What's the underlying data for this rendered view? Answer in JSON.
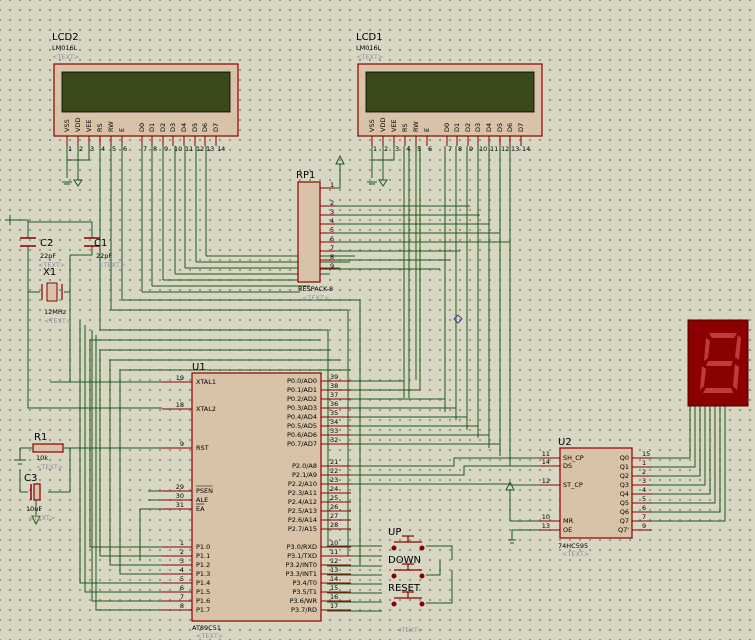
{
  "lcd2": {
    "ref": "LCD2",
    "model": "LM016L",
    "text": "<TEXT>",
    "pins": [
      "VSS",
      "VDD",
      "VEE",
      "RS",
      "RW",
      "E",
      "D0",
      "D1",
      "D2",
      "D3",
      "D4",
      "D5",
      "D6",
      "D7"
    ],
    "nums": [
      "1",
      "2",
      "3",
      "4",
      "5",
      "6",
      "7",
      "8",
      "9",
      "10",
      "11",
      "12",
      "13",
      "14"
    ]
  },
  "lcd1": {
    "ref": "LCD1",
    "model": "LM016L",
    "text": "<TEXT>",
    "pins": [
      "VSS",
      "VDD",
      "VEE",
      "RS",
      "RW",
      "E",
      "D0",
      "D1",
      "D2",
      "D3",
      "D4",
      "D5",
      "D6",
      "D7"
    ],
    "nums": [
      "1",
      "2",
      "3",
      "4",
      "5",
      "6",
      "7",
      "8",
      "9",
      "10",
      "11",
      "12",
      "13",
      "14"
    ]
  },
  "rp1": {
    "ref": "RP1",
    "model": "RESPACK-8",
    "text": "<TEXT>",
    "nums": [
      "1",
      "2",
      "3",
      "4",
      "5",
      "6",
      "7",
      "8",
      "9"
    ]
  },
  "c2": {
    "ref": "C2",
    "value": "22pF",
    "text": "<TEXT>"
  },
  "c1": {
    "ref": "C1",
    "value": "22pF",
    "text": "<TEXT>"
  },
  "x1": {
    "ref": "X1",
    "value": "12MHz",
    "text": "<TEXT>"
  },
  "r1": {
    "ref": "R1",
    "value": "10k",
    "text": "<TEXT>"
  },
  "c3": {
    "ref": "C3",
    "value": "10uF",
    "text": "<TEXT>"
  },
  "u1": {
    "ref": "U1",
    "model": "AT89C51",
    "text": "<TEXT>",
    "left": [
      {
        "num": "19",
        "name": "XTAL1"
      },
      {
        "num": "18",
        "name": "XTAL2"
      },
      {
        "num": "9",
        "name": "RST"
      },
      {
        "num": "29",
        "name": "PSEN"
      },
      {
        "num": "30",
        "name": "ALE"
      },
      {
        "num": "31",
        "name": "EA"
      },
      {
        "num": "1",
        "name": "P1.0"
      },
      {
        "num": "2",
        "name": "P1.1"
      },
      {
        "num": "3",
        "name": "P1.2"
      },
      {
        "num": "4",
        "name": "P1.3"
      },
      {
        "num": "5",
        "name": "P1.4"
      },
      {
        "num": "6",
        "name": "P1.5"
      },
      {
        "num": "7",
        "name": "P1.6"
      },
      {
        "num": "8",
        "name": "P1.7"
      }
    ],
    "right": [
      {
        "num": "39",
        "name": "P0.0/AD0"
      },
      {
        "num": "38",
        "name": "P0.1/AD1"
      },
      {
        "num": "37",
        "name": "P0.2/AD2"
      },
      {
        "num": "36",
        "name": "P0.3/AD3"
      },
      {
        "num": "35",
        "name": "P0.4/AD4"
      },
      {
        "num": "34",
        "name": "P0.5/AD5"
      },
      {
        "num": "33",
        "name": "P0.6/AD6"
      },
      {
        "num": "32",
        "name": "P0.7/AD7"
      },
      {
        "num": "21",
        "name": "P2.0/A8"
      },
      {
        "num": "22",
        "name": "P2.1/A9"
      },
      {
        "num": "23",
        "name": "P2.2/A10"
      },
      {
        "num": "24",
        "name": "P2.3/A11"
      },
      {
        "num": "25",
        "name": "P2.4/A12"
      },
      {
        "num": "26",
        "name": "P2.5/A13"
      },
      {
        "num": "27",
        "name": "P2.6/A14"
      },
      {
        "num": "28",
        "name": "P2.7/A15"
      },
      {
        "num": "10",
        "name": "P3.0/RXD"
      },
      {
        "num": "11",
        "name": "P3.1/TXD"
      },
      {
        "num": "12",
        "name": "P3.2/INT0"
      },
      {
        "num": "13",
        "name": "P3.3/INT1"
      },
      {
        "num": "14",
        "name": "P3.4/T0"
      },
      {
        "num": "15",
        "name": "P3.5/T1"
      },
      {
        "num": "16",
        "name": "P3.6/WR"
      },
      {
        "num": "17",
        "name": "P3.7/RD"
      }
    ]
  },
  "u2": {
    "ref": "U2",
    "model": "74HC595",
    "text": "<TEXT>",
    "left": [
      {
        "num": "11",
        "name": "SH_CP"
      },
      {
        "num": "14",
        "name": "DS"
      },
      {
        "num": "12",
        "name": "ST_CP"
      },
      {
        "num": "10",
        "name": "MR"
      },
      {
        "num": "13",
        "name": "OE"
      }
    ],
    "right": [
      {
        "num": "15",
        "name": "Q0"
      },
      {
        "num": "1",
        "name": "Q1"
      },
      {
        "num": "2",
        "name": "Q2"
      },
      {
        "num": "3",
        "name": "Q3"
      },
      {
        "num": "4",
        "name": "Q4"
      },
      {
        "num": "5",
        "name": "Q5"
      },
      {
        "num": "6",
        "name": "Q6"
      },
      {
        "num": "7",
        "name": "Q7"
      },
      {
        "num": "9",
        "name": "Q7'"
      }
    ]
  },
  "buttons": [
    {
      "label": "UP",
      "text": "<TEXT>"
    },
    {
      "label": "DOWN",
      "text": "<TEXT>"
    },
    {
      "label": "RESET",
      "text": "<TEXT>"
    }
  ],
  "colors": {
    "wire": "#1f5a1f",
    "component": "#8b0000",
    "body": "#d8c3a8",
    "lcd_screen": "#3a4a1a",
    "seg_body": "#8b0000",
    "seg_on": "#cc3030"
  }
}
